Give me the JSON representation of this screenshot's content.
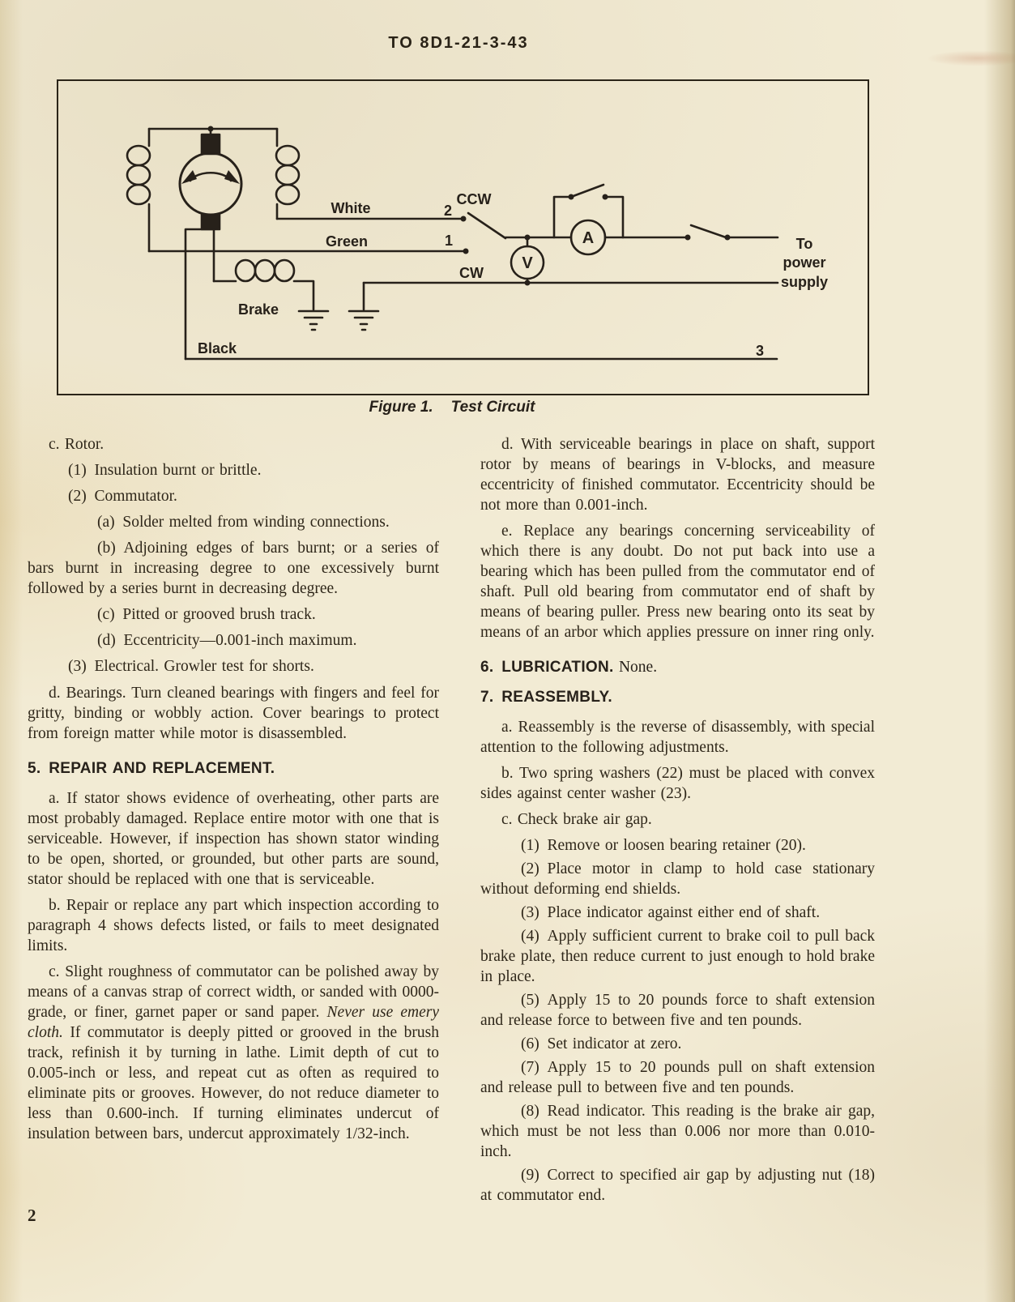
{
  "page": {
    "header": "TO 8D1-21-3-43",
    "page_number": "2"
  },
  "figure": {
    "caption_label": "Figure 1.",
    "caption_title": "Test Circuit",
    "labels": {
      "white": "White",
      "green": "Green",
      "black": "Black",
      "brake": "Brake",
      "ccw": "CCW",
      "cw": "CW",
      "terminal_1": "1",
      "terminal_2": "2",
      "terminal_3": "3",
      "voltmeter": "V",
      "ammeter": "A",
      "power_line_1": "To",
      "power_line_2": "power",
      "power_line_3": "supply"
    }
  },
  "left_column": {
    "blocks": [
      {
        "type": "para",
        "indent": 1,
        "runs": [
          {
            "text": "c. Rotor."
          }
        ]
      },
      {
        "type": "para",
        "indent": 2,
        "runs": [
          {
            "text": "(1) Insulation burnt or brittle."
          }
        ]
      },
      {
        "type": "para",
        "indent": 2,
        "runs": [
          {
            "text": "(2) Commutator."
          }
        ]
      },
      {
        "type": "para",
        "indent": 3,
        "runs": [
          {
            "text": "(a) Solder melted from winding connections."
          }
        ]
      },
      {
        "type": "para",
        "indent": 3,
        "runs": [
          {
            "text": "(b) Adjoining edges of bars burnt; or a series of bars burnt in increasing degree to one excessively burnt followed by a series burnt in decreasing degree."
          }
        ]
      },
      {
        "type": "para",
        "indent": 3,
        "runs": [
          {
            "text": "(c) Pitted or grooved brush track."
          }
        ]
      },
      {
        "type": "para",
        "indent": 3,
        "runs": [
          {
            "text": "(d) Eccentricity—0.001-inch maximum."
          }
        ]
      },
      {
        "type": "para",
        "indent": 2,
        "mt": 4,
        "runs": [
          {
            "text": "(3) Electrical. Growler test for shorts."
          }
        ]
      },
      {
        "type": "para",
        "indent": 1,
        "mt": 8,
        "runs": [
          {
            "text": "d. Bearings. Turn cleaned bearings with fingers and feel for gritty, binding or wobbly action. Cover bearings to protect from foreign matter while motor is disassembled."
          }
        ]
      },
      {
        "type": "heading",
        "runs": [
          {
            "text": "5. REPAIR AND REPLACEMENT.",
            "boldSans": true
          }
        ]
      },
      {
        "type": "para",
        "indent": 1,
        "runs": [
          {
            "text": "a. If stator shows evidence of overheating, other parts are most probably damaged. Replace entire motor with one that is serviceable. However, if inspection has shown stator winding to be open, shorted, or grounded, but other parts are sound, stator should be replaced with one that is serviceable."
          }
        ]
      },
      {
        "type": "para",
        "indent": 1,
        "mt": 7,
        "runs": [
          {
            "text": "b. Repair or replace any part which inspection according to paragraph 4 shows defects listed, or fails to meet designated limits."
          }
        ]
      },
      {
        "type": "para",
        "indent": 1,
        "mt": 7,
        "runs": [
          {
            "text": "c. Slight roughness of commutator can be polished away by means of a canvas strap of correct width, or sanded with 0000-grade, or finer, garnet paper or sand paper. "
          },
          {
            "text": "Never use emery cloth.",
            "italic": true
          },
          {
            "text": " If commutator is deeply pitted or grooved in the brush track, refinish it by turning in lathe. Limit depth of cut to 0.005-inch or less, and repeat cut as often as required to eliminate pits or grooves. However, do not reduce diameter to less than 0.600-inch. If turning eliminates undercut of insulation between bars, undercut approximately 1/32-inch."
          }
        ]
      }
    ]
  },
  "right_column": {
    "blocks": [
      {
        "type": "para",
        "indent": 1,
        "runs": [
          {
            "text": "d. With serviceable bearings in place on shaft, support rotor by means of bearings in V-blocks, and measure eccentricity of finished commutator. Eccentricity should be not more than 0.001-inch."
          }
        ]
      },
      {
        "type": "para",
        "indent": 1,
        "mt": 7,
        "runs": [
          {
            "text": "e. Replace any bearings concerning serviceability of which there is any doubt. Do not put back into use a bearing which has been pulled from the commutator end of shaft. Pull old bearing from commutator end of shaft by means of bearing puller. Press new bearing onto its seat by means of an arbor which applies pressure on inner ring only."
          }
        ]
      },
      {
        "type": "heading",
        "runs": [
          {
            "text": "6. LUBRICATION.",
            "boldSans": true
          },
          {
            "text": " None.",
            "rm": true
          }
        ]
      },
      {
        "type": "heading",
        "mt": 2,
        "runs": [
          {
            "text": "7. REASSEMBLY.",
            "boldSans": true
          }
        ]
      },
      {
        "type": "para",
        "indent": 1,
        "runs": [
          {
            "text": "a. Reassembly is the reverse of disassembly, with special attention to the following adjustments."
          }
        ]
      },
      {
        "type": "para",
        "indent": 1,
        "mt": 7,
        "runs": [
          {
            "text": "b. Two spring washers (22) must be placed with convex sides against center washer (23)."
          }
        ]
      },
      {
        "type": "para",
        "indent": 1,
        "mt": 7,
        "runs": [
          {
            "text": "c. Check brake air gap."
          }
        ]
      },
      {
        "type": "para",
        "indent": 2,
        "tight": true,
        "runs": [
          {
            "text": "(1) Remove or loosen bearing retainer (20)."
          }
        ]
      },
      {
        "type": "para",
        "indent": 2,
        "tight": true,
        "runs": [
          {
            "text": "(2) Place motor in clamp to hold case stationary without deforming end shields."
          }
        ]
      },
      {
        "type": "para",
        "indent": 2,
        "tight": true,
        "runs": [
          {
            "text": "(3) Place indicator against either end of shaft."
          }
        ]
      },
      {
        "type": "para",
        "indent": 2,
        "tight": true,
        "runs": [
          {
            "text": "(4) Apply sufficient current to brake coil to pull back brake plate, then reduce current to just enough to hold brake in place."
          }
        ]
      },
      {
        "type": "para",
        "indent": 2,
        "tight": true,
        "runs": [
          {
            "text": "(5) Apply 15 to 20 pounds force to shaft extension and release force to between five and ten pounds."
          }
        ]
      },
      {
        "type": "para",
        "indent": 2,
        "tight": true,
        "runs": [
          {
            "text": "(6) Set indicator at zero."
          }
        ]
      },
      {
        "type": "para",
        "indent": 2,
        "tight": true,
        "runs": [
          {
            "text": "(7) Apply 15 to 20 pounds pull on shaft extension and release pull to between five and ten pounds."
          }
        ]
      },
      {
        "type": "para",
        "indent": 2,
        "tight": true,
        "runs": [
          {
            "text": "(8) Read indicator. This reading is the brake air gap, which must be not less than 0.006 nor more than 0.010-inch."
          }
        ]
      },
      {
        "type": "para",
        "indent": 2,
        "tight": true,
        "runs": [
          {
            "text": "(9) Correct to specified air gap by adjusting nut (18) at commutator end."
          }
        ]
      }
    ]
  }
}
